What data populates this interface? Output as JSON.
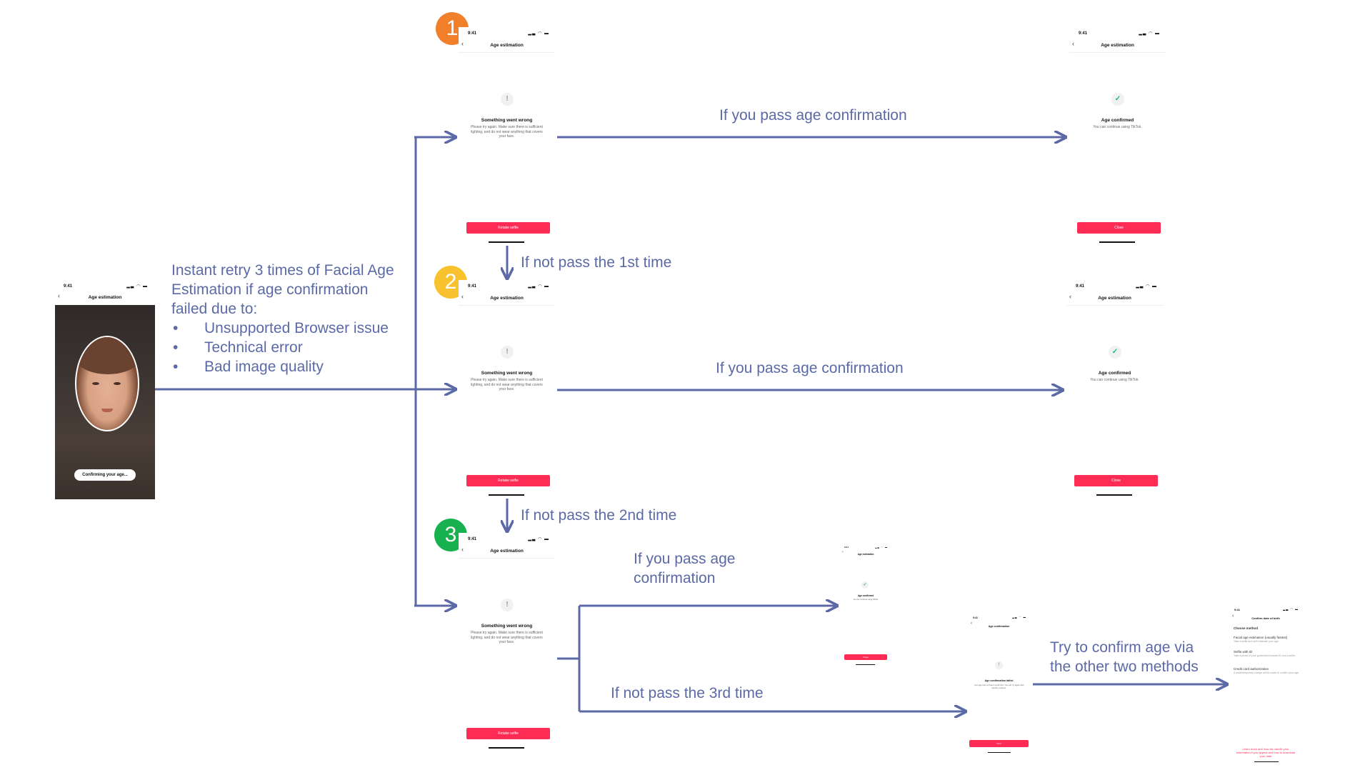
{
  "badges": [
    {
      "number": "1",
      "color": "#f2802b"
    },
    {
      "number": "2",
      "color": "#f8c12e"
    },
    {
      "number": "3",
      "color": "#17b24f"
    }
  ],
  "intro": {
    "text": "Instant retry 3 times of Facial Age Estimation if age confirmation failed due to:",
    "reasons": [
      "Unsupported Browser issue",
      "Technical error",
      "Bad image quality"
    ]
  },
  "edge_labels": {
    "pass_1": "If you pass age confirmation",
    "fail_1": "If not pass the 1st time",
    "pass_2": "If you pass age confirmation",
    "fail_2": "If not pass the 2nd time",
    "pass_3": "If you pass age confirmation",
    "fail_3": "If not pass the 3rd time",
    "other_methods": "Try to confirm age via the other two methods"
  },
  "selfie_screen": {
    "time": "9:41",
    "title": "Age estimation",
    "pill": "Confirming your age..."
  },
  "error_screen": {
    "time": "9:41",
    "title": "Age estimation",
    "heading": "Something went wrong",
    "body": "Please try again. Make sure there is sufficient lighting, and do not wear anything that covers your face.",
    "button": "Retake selfie"
  },
  "success_screen": {
    "time": "9:41",
    "title": "Age estimation",
    "heading": "Age confirmed",
    "body": "You can continue using TikTok.",
    "button": "Close"
  },
  "final_fail_screen": {
    "time": "9:41",
    "title": "Age confirmation",
    "heading": "Age confirmation failed",
    "body": "Your age has not been confirmed. You can try again with another method.",
    "button": "Next"
  },
  "methods_screen": {
    "time": "9:41",
    "title": "Confirm date of birth",
    "section": "Choose method",
    "options": [
      {
        "name": "Facial age estimation (usually fastest)",
        "desc": "Take a selfie and we'll estimate your age."
      },
      {
        "name": "Selfie with ID",
        "desc": "Take a photo of your government-issued ID and a selfie."
      },
      {
        "name": "Credit card authorization",
        "desc": "A small temporary charge will be made to confirm your age."
      }
    ],
    "footer_link": "Learn more and how we handle your information if you appeal and how to download your data"
  },
  "colors": {
    "arrow": "#5b6aa6",
    "label": "#5b6aa6",
    "button": "#fe2c55",
    "check": "#22b573"
  },
  "icons": {
    "error": "exclamation-icon",
    "success": "check-icon",
    "back": "chevron-left-icon"
  }
}
